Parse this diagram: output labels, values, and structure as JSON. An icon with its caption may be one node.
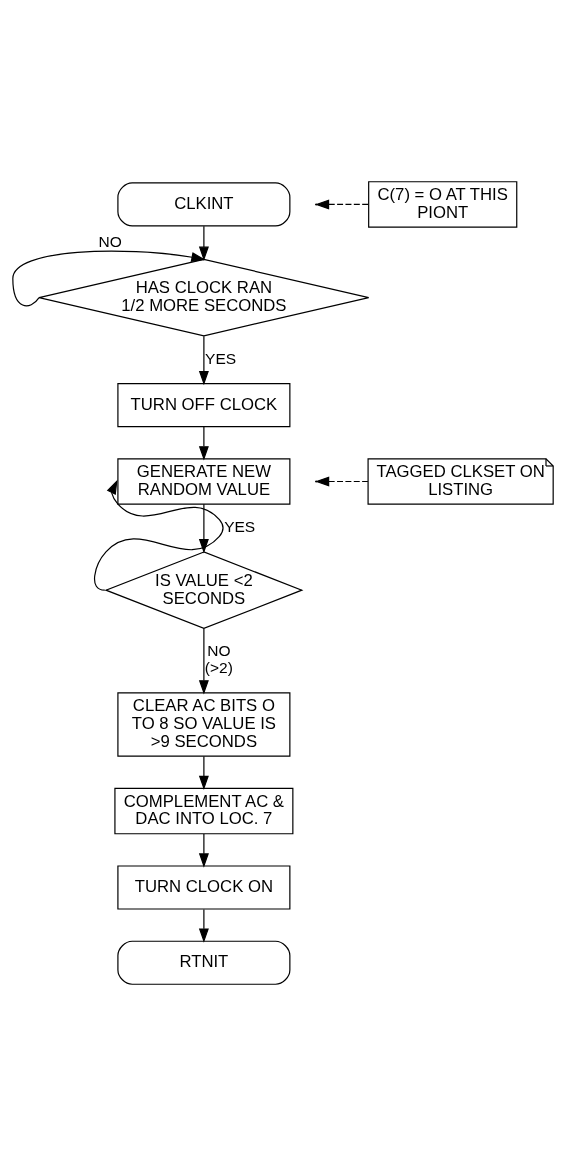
{
  "diagram": {
    "nodes": [
      {
        "text": [
          "CLKINT"
        ]
      },
      {
        "text": [
          "HAS CLOCK RAN 1/2 MORE SECONDS"
        ]
      },
      {
        "text": [
          "TURN OFF CLOCK"
        ]
      },
      {
        "text": [
          "GENERATE NEW RANDOM VALUE"
        ]
      },
      {
        "text": [
          "IS VALUE <2 SECONDS"
        ]
      },
      {
        "text": [
          "CLEAR AC BITS O TO 8 SO VALUE IS >9 SECONDS"
        ]
      },
      {
        "text": [
          "COMPLEMENT AC & DAC INTO LOC. 7"
        ]
      },
      {
        "text": [
          "TURN CLOCK ON"
        ]
      },
      {
        "text": [
          "RTNIT"
        ]
      },
      {
        "text": [
          "C(7) = O AT THIS PIONT"
        ]
      },
      {
        "text": [
          "TAGGED CLKSET ON LISTING"
        ]
      }
    ],
    "edges": [
      {
        "from": 0,
        "to": 1,
        "arrow": "to"
      },
      {
        "from": 1,
        "to": 1,
        "arrow": "to",
        "label": "NO"
      },
      {
        "from": 1,
        "to": 2,
        "arrow": "to",
        "label": "YES"
      },
      {
        "from": 2,
        "to": 3,
        "arrow": "to"
      },
      {
        "from": 4,
        "to": 3,
        "arrow": "to",
        "label": "YES"
      },
      {
        "from": 3,
        "to": 4,
        "arrow": "to"
      },
      {
        "from": 4,
        "to": 5,
        "arrow": "to",
        "label": "NO (>2)"
      },
      {
        "from": 5,
        "to": 6,
        "arrow": "to"
      },
      {
        "from": 6,
        "to": 7,
        "arrow": "to"
      },
      {
        "from": 7,
        "to": 8,
        "arrow": "to"
      },
      {
        "from": 9,
        "to": null,
        "arrow": "to",
        "style": "dashed"
      },
      {
        "from": 10,
        "to": null,
        "arrow": "to",
        "style": "dashed"
      }
    ]
  }
}
